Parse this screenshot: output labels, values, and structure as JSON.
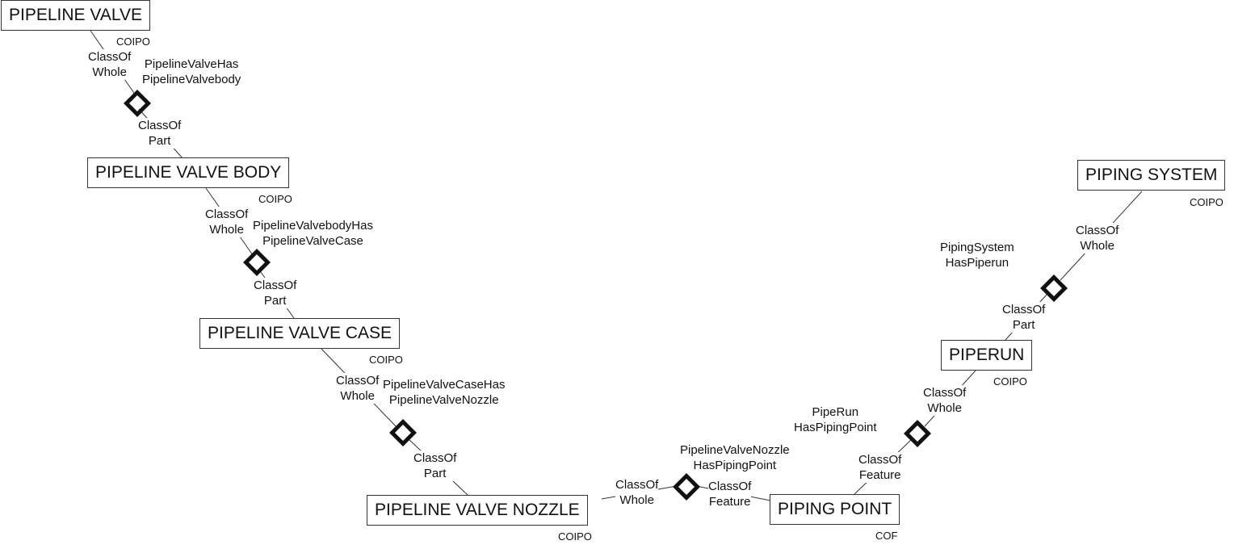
{
  "classes": [
    {
      "id": "pipeline-valve",
      "label": "PIPELINE VALVE",
      "tag": "COIPO"
    },
    {
      "id": "pipeline-valve-body",
      "label": "PIPELINE VALVE BODY",
      "tag": "COIPO"
    },
    {
      "id": "pipeline-valve-case",
      "label": "PIPELINE VALVE CASE",
      "tag": "COIPO"
    },
    {
      "id": "pipeline-valve-nozzle",
      "label": "PIPELINE VALVE NOZZLE",
      "tag": "COIPO"
    },
    {
      "id": "piping-point",
      "label": "PIPING POINT",
      "tag": "COF"
    },
    {
      "id": "piperun",
      "label": "PIPERUN",
      "tag": "COIPO"
    },
    {
      "id": "piping-system",
      "label": "PIPING SYSTEM",
      "tag": "COIPO"
    }
  ],
  "relations": [
    {
      "name_line1": "PipelineValveHas",
      "name_line2": "PipelineValvebody",
      "role_a_line1": "ClassOf",
      "role_a_line2": "Whole",
      "role_b_line1": "ClassOf",
      "role_b_line2": "Part"
    },
    {
      "name_line1": "PipelineValvebodyHas",
      "name_line2": "PipelineValveCase",
      "role_a_line1": "ClassOf",
      "role_a_line2": "Whole",
      "role_b_line1": "ClassOf",
      "role_b_line2": "Part"
    },
    {
      "name_line1": "PipelineValveCaseHas",
      "name_line2": "PipelineValveNozzle",
      "role_a_line1": "ClassOf",
      "role_a_line2": "Whole",
      "role_b_line1": "ClassOf",
      "role_b_line2": "Part"
    },
    {
      "name_line1": "PipelineValveNozzle",
      "name_line2": "HasPipingPoint",
      "role_a_line1": "ClassOf",
      "role_a_line2": "Whole",
      "role_b_line1": "ClassOf",
      "role_b_line2": "Feature"
    },
    {
      "name_line1": "PipeRun",
      "name_line2": "HasPipingPoint",
      "role_a_line1": "ClassOf",
      "role_a_line2": "Whole",
      "role_b_line1": "ClassOf",
      "role_b_line2": "Feature"
    },
    {
      "name_line1": "PipingSystem",
      "name_line2": "HasPiperun",
      "role_a_line1": "ClassOf",
      "role_a_line2": "Whole",
      "role_b_line1": "ClassOf",
      "role_b_line2": "Part"
    }
  ]
}
